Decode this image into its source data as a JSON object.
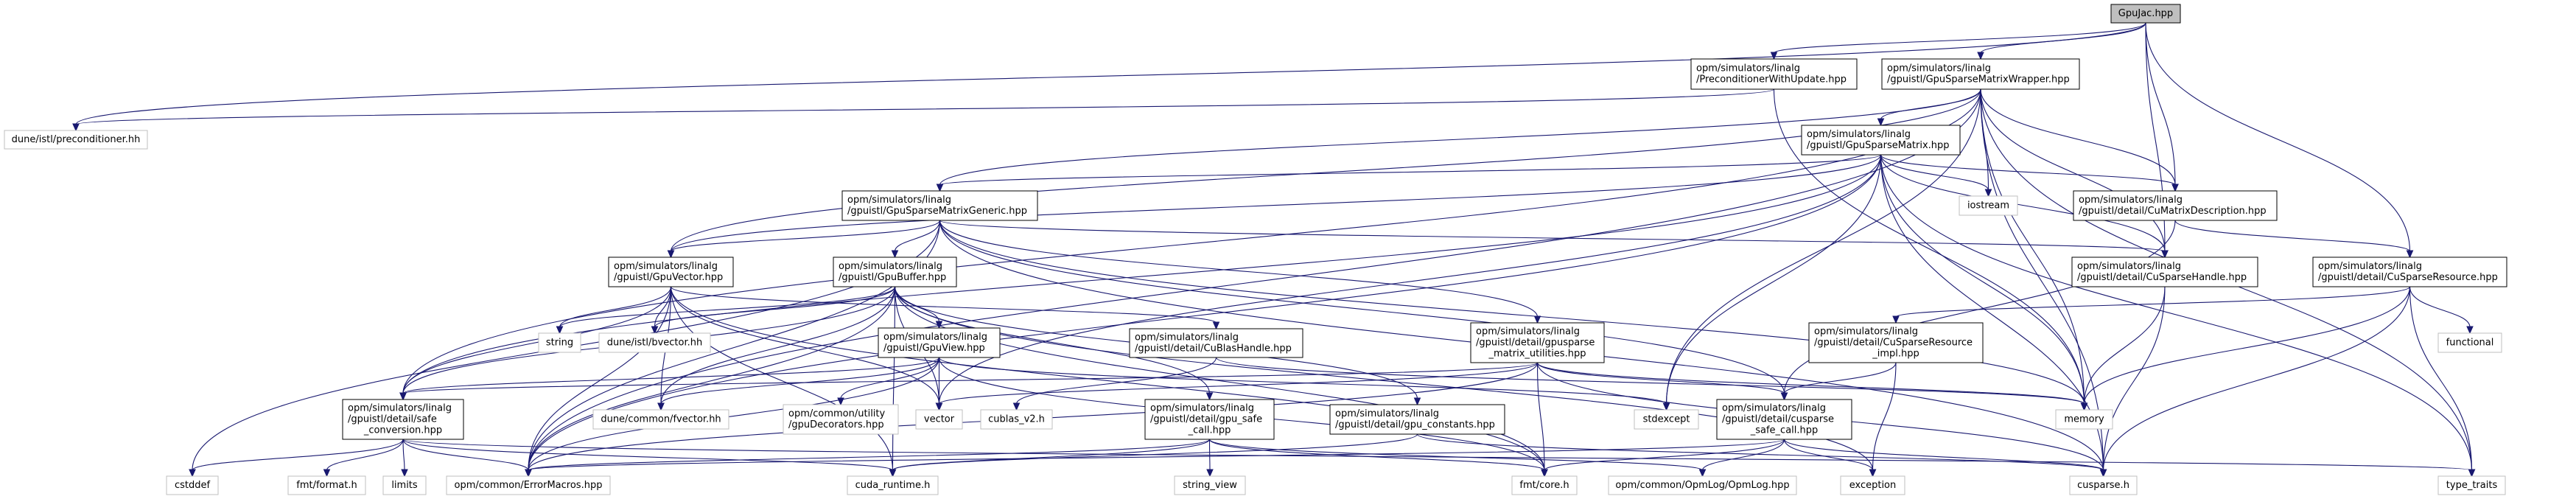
{
  "graph": {
    "title": "GpuJac.hpp",
    "colors": {
      "edge": "#191970",
      "root_fill": "#bfbfbf",
      "primary_border": "#000000",
      "external_border": "#bfbfbf"
    },
    "nodes": [
      {
        "id": "gpujac",
        "kind": "root",
        "lines": [
          "GpuJac.hpp"
        ]
      },
      {
        "id": "precond_update",
        "kind": "primary",
        "lines": [
          "opm/simulators/linalg",
          "/PreconditionerWithUpdate.hpp"
        ]
      },
      {
        "id": "wrapper",
        "kind": "primary",
        "lines": [
          "opm/simulators/linalg",
          "/gpuistl/GpuSparseMatrixWrapper.hpp"
        ]
      },
      {
        "id": "dune_precond",
        "kind": "external",
        "lines": [
          "dune/istl/preconditioner.hh"
        ]
      },
      {
        "id": "gpusparsematrix",
        "kind": "primary",
        "lines": [
          "opm/simulators/linalg",
          "/gpuistl/GpuSparseMatrix.hpp"
        ]
      },
      {
        "id": "generic",
        "kind": "primary",
        "lines": [
          "opm/simulators/linalg",
          "/gpuistl/GpuSparseMatrixGeneric.hpp"
        ]
      },
      {
        "id": "iostream",
        "kind": "external",
        "lines": [
          "iostream"
        ]
      },
      {
        "id": "cumatdesc",
        "kind": "primary",
        "lines": [
          "opm/simulators/linalg",
          "/gpuistl/detail/CuMatrixDescription.hpp"
        ]
      },
      {
        "id": "gpuvector",
        "kind": "primary",
        "lines": [
          "opm/simulators/linalg",
          "/gpuistl/GpuVector.hpp"
        ]
      },
      {
        "id": "gpubuffer",
        "kind": "primary",
        "lines": [
          "opm/simulators/linalg",
          "/gpuistl/GpuBuffer.hpp"
        ]
      },
      {
        "id": "cusparsehandle",
        "kind": "primary",
        "lines": [
          "opm/simulators/linalg",
          "/gpuistl/detail/CuSparseHandle.hpp"
        ]
      },
      {
        "id": "cusparseresource",
        "kind": "primary",
        "lines": [
          "opm/simulators/linalg",
          "/gpuistl/detail/CuSparseResource.hpp"
        ]
      },
      {
        "id": "string",
        "kind": "external",
        "lines": [
          "string"
        ]
      },
      {
        "id": "bvector",
        "kind": "external",
        "lines": [
          "dune/istl/bvector.hh"
        ]
      },
      {
        "id": "gpuview",
        "kind": "primary",
        "lines": [
          "opm/simulators/linalg",
          "/gpuistl/GpuView.hpp"
        ]
      },
      {
        "id": "cublashandle",
        "kind": "primary",
        "lines": [
          "opm/simulators/linalg",
          "/gpuistl/detail/CuBlasHandle.hpp"
        ]
      },
      {
        "id": "gpusparse_utils",
        "kind": "primary",
        "lines": [
          "opm/simulators/linalg",
          "/gpuistl/detail/gpusparse",
          "_matrix_utilities.hpp"
        ]
      },
      {
        "id": "cusparseresource_impl",
        "kind": "primary",
        "lines": [
          "opm/simulators/linalg",
          "/gpuistl/detail/CuSparseResource",
          "_impl.hpp"
        ]
      },
      {
        "id": "functional",
        "kind": "external",
        "lines": [
          "functional"
        ]
      },
      {
        "id": "safe_conversion",
        "kind": "primary",
        "lines": [
          "opm/simulators/linalg",
          "/gpuistl/detail/safe",
          "_conversion.hpp"
        ]
      },
      {
        "id": "fvector",
        "kind": "external",
        "lines": [
          "dune/common/fvector.hh"
        ]
      },
      {
        "id": "gpudecorators",
        "kind": "external",
        "lines": [
          "opm/common/utility",
          "/gpuDecorators.hpp"
        ]
      },
      {
        "id": "vector",
        "kind": "external",
        "lines": [
          "vector"
        ]
      },
      {
        "id": "cublas",
        "kind": "external",
        "lines": [
          "cublas_v2.h"
        ]
      },
      {
        "id": "gpu_safe_call",
        "kind": "primary",
        "lines": [
          "opm/simulators/linalg",
          "/gpuistl/detail/gpu_safe",
          "_call.hpp"
        ]
      },
      {
        "id": "gpu_constants",
        "kind": "primary",
        "lines": [
          "opm/simulators/linalg",
          "/gpuistl/detail/gpu_constants.hpp"
        ]
      },
      {
        "id": "stdexcept",
        "kind": "external",
        "lines": [
          "stdexcept"
        ]
      },
      {
        "id": "cusparse_safe_call",
        "kind": "primary",
        "lines": [
          "opm/simulators/linalg",
          "/gpuistl/detail/cusparse",
          "_safe_call.hpp"
        ]
      },
      {
        "id": "memory",
        "kind": "external",
        "lines": [
          "memory"
        ]
      },
      {
        "id": "cstddef",
        "kind": "external",
        "lines": [
          "cstddef"
        ]
      },
      {
        "id": "fmt_format",
        "kind": "external",
        "lines": [
          "fmt/format.h"
        ]
      },
      {
        "id": "limits",
        "kind": "external",
        "lines": [
          "limits"
        ]
      },
      {
        "id": "errormacros",
        "kind": "external",
        "lines": [
          "opm/common/ErrorMacros.hpp"
        ]
      },
      {
        "id": "cuda_runtime",
        "kind": "external",
        "lines": [
          "cuda_runtime.h"
        ]
      },
      {
        "id": "string_view",
        "kind": "external",
        "lines": [
          "string_view"
        ]
      },
      {
        "id": "fmt_core",
        "kind": "external",
        "lines": [
          "fmt/core.h"
        ]
      },
      {
        "id": "opmlog",
        "kind": "external",
        "lines": [
          "opm/common/OpmLog/OpmLog.hpp"
        ]
      },
      {
        "id": "exception",
        "kind": "external",
        "lines": [
          "exception"
        ]
      },
      {
        "id": "cusparse_h",
        "kind": "external",
        "lines": [
          "cusparse.h"
        ]
      },
      {
        "id": "type_traits",
        "kind": "external",
        "lines": [
          "type_traits"
        ]
      }
    ],
    "edges": [
      [
        "gpujac",
        "dune_precond"
      ],
      [
        "gpujac",
        "precond_update"
      ],
      [
        "gpujac",
        "wrapper"
      ],
      [
        "gpujac",
        "cumatdesc"
      ],
      [
        "gpujac",
        "cusparsehandle"
      ],
      [
        "gpujac",
        "cusparseresource"
      ],
      [
        "precond_update",
        "dune_precond"
      ],
      [
        "precond_update",
        "memory"
      ],
      [
        "wrapper",
        "gpusparsematrix"
      ],
      [
        "wrapper",
        "generic"
      ],
      [
        "wrapper",
        "gpuvector"
      ],
      [
        "wrapper",
        "safe_conversion"
      ],
      [
        "wrapper",
        "iostream"
      ],
      [
        "wrapper",
        "memory"
      ],
      [
        "wrapper",
        "cumatdesc"
      ],
      [
        "wrapper",
        "cusparsehandle"
      ],
      [
        "wrapper",
        "cusparse_h"
      ],
      [
        "wrapper",
        "type_traits"
      ],
      [
        "wrapper",
        "stdexcept"
      ],
      [
        "wrapper",
        "errormacros"
      ],
      [
        "gpusparsematrix",
        "generic"
      ],
      [
        "gpusparsematrix",
        "gpuvector"
      ],
      [
        "gpusparsematrix",
        "iostream"
      ],
      [
        "gpusparsematrix",
        "cumatdesc"
      ],
      [
        "gpusparsematrix",
        "cusparsehandle"
      ],
      [
        "gpusparsematrix",
        "memory"
      ],
      [
        "gpusparsematrix",
        "cusparse_h"
      ],
      [
        "gpusparsematrix",
        "type_traits"
      ],
      [
        "gpusparsematrix",
        "vector"
      ],
      [
        "gpusparsematrix",
        "safe_conversion"
      ],
      [
        "gpusparsematrix",
        "errormacros"
      ],
      [
        "gpusparsematrix",
        "stdexcept"
      ],
      [
        "generic",
        "gpubuffer"
      ],
      [
        "generic",
        "gpuvector"
      ],
      [
        "generic",
        "gpusparse_utils"
      ],
      [
        "generic",
        "cusparsehandle"
      ],
      [
        "generic",
        "cusparse_safe_call"
      ],
      [
        "generic",
        "cstddef"
      ],
      [
        "generic",
        "errormacros"
      ],
      [
        "generic",
        "cusparse_h"
      ],
      [
        "generic",
        "memory"
      ],
      [
        "cumatdesc",
        "cusparseresource"
      ],
      [
        "cumatdesc",
        "cusparse_safe_call"
      ],
      [
        "gpuvector",
        "string"
      ],
      [
        "gpuvector",
        "bvector"
      ],
      [
        "gpuvector",
        "safe_conversion"
      ],
      [
        "gpuvector",
        "fvector"
      ],
      [
        "gpuvector",
        "vector"
      ],
      [
        "gpuvector",
        "errormacros"
      ],
      [
        "gpuvector",
        "cublashandle"
      ],
      [
        "gpuvector",
        "fmt_core"
      ],
      [
        "gpuvector",
        "cuda_runtime"
      ],
      [
        "gpubuffer",
        "gpuview"
      ],
      [
        "gpubuffer",
        "vector"
      ],
      [
        "gpubuffer",
        "string"
      ],
      [
        "gpubuffer",
        "bvector"
      ],
      [
        "gpubuffer",
        "safe_conversion"
      ],
      [
        "gpubuffer",
        "fvector"
      ],
      [
        "gpubuffer",
        "gpu_safe_call"
      ],
      [
        "gpubuffer",
        "gpu_constants"
      ],
      [
        "gpubuffer",
        "fmt_core"
      ],
      [
        "gpubuffer",
        "errormacros"
      ],
      [
        "gpubuffer",
        "cuda_runtime"
      ],
      [
        "gpubuffer",
        "exception"
      ],
      [
        "cusparsehandle",
        "memory"
      ],
      [
        "cusparsehandle",
        "cusparse_h"
      ],
      [
        "cusparseresource",
        "cusparseresource_impl"
      ],
      [
        "cusparseresource",
        "functional"
      ],
      [
        "cusparseresource",
        "memory"
      ],
      [
        "cusparseresource",
        "type_traits"
      ],
      [
        "cusparseresource",
        "cusparse_h"
      ],
      [
        "gpuview",
        "vector"
      ],
      [
        "gpuview",
        "gpudecorators"
      ],
      [
        "gpuview",
        "safe_conversion"
      ],
      [
        "gpuview",
        "fvector"
      ],
      [
        "gpuview",
        "stdexcept"
      ],
      [
        "gpuview",
        "errormacros"
      ],
      [
        "gpuview",
        "fmt_core"
      ],
      [
        "cublashandle",
        "cublas"
      ],
      [
        "cublashandle",
        "memory"
      ],
      [
        "gpusparse_utils",
        "safe_conversion"
      ],
      [
        "gpusparse_utils",
        "vector"
      ],
      [
        "gpusparse_utils",
        "fmt_core"
      ],
      [
        "gpusparse_utils",
        "cusparse_safe_call"
      ],
      [
        "gpusparse_utils",
        "errormacros"
      ],
      [
        "gpusparse_utils",
        "cusparse_h"
      ],
      [
        "gpusparse_utils",
        "memory"
      ],
      [
        "cusparseresource_impl",
        "cusparse_safe_call"
      ],
      [
        "cusparseresource_impl",
        "exception"
      ],
      [
        "safe_conversion",
        "cstddef"
      ],
      [
        "safe_conversion",
        "fmt_format"
      ],
      [
        "safe_conversion",
        "limits"
      ],
      [
        "safe_conversion",
        "errormacros"
      ],
      [
        "safe_conversion",
        "cuda_runtime"
      ],
      [
        "safe_conversion",
        "type_traits"
      ],
      [
        "gpu_safe_call",
        "string_view"
      ],
      [
        "gpu_safe_call",
        "cuda_runtime"
      ],
      [
        "gpu_safe_call",
        "fmt_core"
      ],
      [
        "gpu_safe_call",
        "opmlog"
      ],
      [
        "gpu_safe_call",
        "errormacros"
      ],
      [
        "gpu_constants",
        "cuda_runtime"
      ],
      [
        "gpu_constants",
        "cusparse_h"
      ],
      [
        "cusparse_safe_call",
        "cusparse_h"
      ],
      [
        "cusparse_safe_call",
        "exception"
      ],
      [
        "cusparse_safe_call",
        "fmt_core"
      ],
      [
        "cusparse_safe_call",
        "opmlog"
      ],
      [
        "cusparse_safe_call",
        "errormacros"
      ]
    ]
  }
}
